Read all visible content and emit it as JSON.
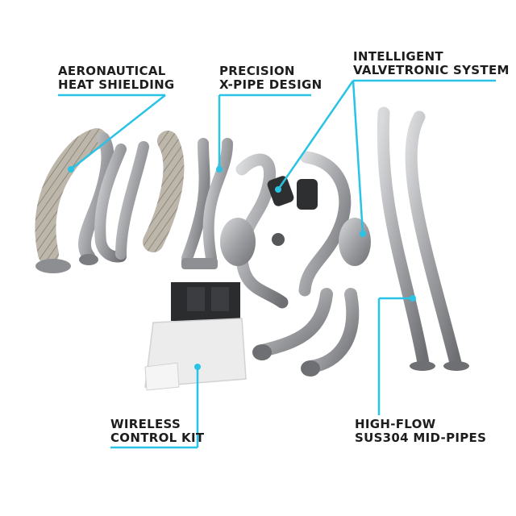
{
  "callouts": {
    "heat_shielding": {
      "line1": "AERONAUTICAL",
      "line2": "HEAT SHIELDING"
    },
    "x_pipe": {
      "line1": "PRECISION",
      "line2": "X-PIPE DESIGN"
    },
    "valvetronic": {
      "line1": "INTELLIGENT",
      "line2": "VALVETRONIC SYSTEM"
    },
    "wireless_kit": {
      "line1": "WIRELESS",
      "line2": "CONTROL KIT"
    },
    "mid_pipes": {
      "line1": "HIGH-FLOW",
      "line2": "SUS304 MID-PIPES"
    }
  },
  "colors": {
    "accent": "#29c3e6",
    "text": "#1d1d1d",
    "steel": "#a9abae",
    "wrap": "#b9b2a6",
    "box": "#2b2c2e"
  }
}
